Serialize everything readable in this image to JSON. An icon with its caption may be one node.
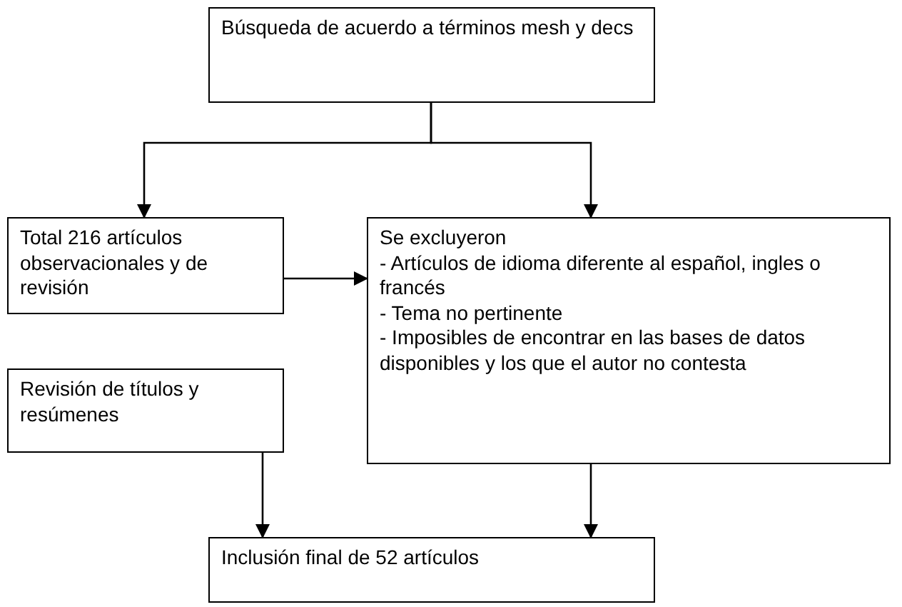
{
  "diagram": {
    "nodes": [
      {
        "text": [
          "Búsqueda de acuerdo a términos mesh y decs"
        ]
      },
      {
        "text": [
          "Total 216 artículos observacionales y de revisión"
        ]
      },
      {
        "text": [
          "Se excluyeron",
          "- Artículos de idioma diferente al español, ingles o francés",
          "- Tema no pertinente",
          "- Imposibles de encontrar en las bases de datos disponibles y los que el autor no contesta"
        ]
      },
      {
        "text": [
          "Revisión de títulos y resúmenes"
        ]
      },
      {
        "text": [
          "Inclusión final de 52 artículos"
        ]
      }
    ],
    "edges": [
      {
        "from": 0,
        "to": 1,
        "arrow": "to"
      },
      {
        "from": 0,
        "to": 2,
        "arrow": "to"
      },
      {
        "from": 1,
        "to": 2,
        "arrow": "to"
      },
      {
        "from": 3,
        "to": 4,
        "arrow": "to"
      },
      {
        "from": 2,
        "to": 4,
        "arrow": "to"
      }
    ]
  }
}
